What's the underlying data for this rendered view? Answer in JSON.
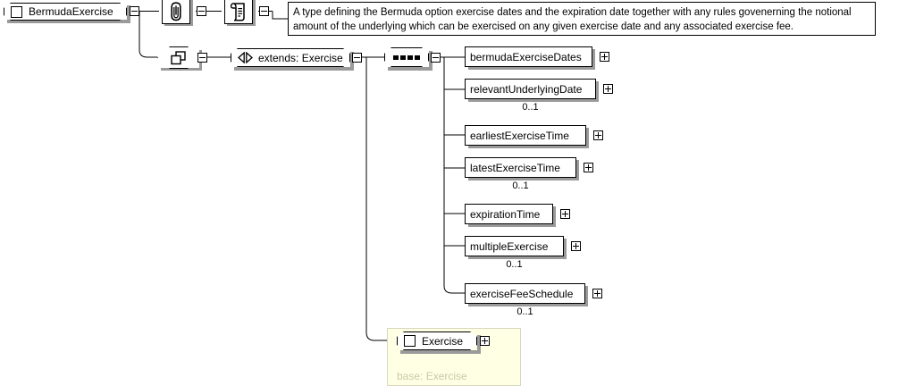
{
  "diagram": {
    "title": "BermudaExercise",
    "root": {
      "name": "BermudaExercise",
      "icon": "type-square-icon",
      "toggle": "collapse-toggle"
    },
    "annotation": {
      "icon": "paperclip-icon",
      "toggle": "collapse-toggle"
    },
    "documentation_node": {
      "icon": "document-scroll-icon",
      "toggle": "collapse-toggle"
    },
    "documentation_text": "A type defining the Bermuda option exercise dates and the expiration date together with any rules govenerning the notional amount of the underlying which can be exercised on any given exercise date and any associated exercise fee.",
    "complex_content": {
      "icon": "overlapping-squares-icon",
      "toggle": "collapse-toggle"
    },
    "extension": {
      "label": "extends: Exercise",
      "icon": "extension-triangles-icon",
      "toggle": "collapse-toggle"
    },
    "sequence": {
      "icon": "sequence-dots-icon",
      "toggle": "collapse-toggle"
    },
    "children": [
      {
        "label": "bermudaExerciseDates",
        "cardinality": "",
        "toggle": "expand-toggle"
      },
      {
        "label": "relevantUnderlyingDate",
        "cardinality": "0..1",
        "toggle": "expand-toggle"
      },
      {
        "label": "earliestExerciseTime",
        "cardinality": "",
        "toggle": "expand-toggle"
      },
      {
        "label": "latestExerciseTime",
        "cardinality": "0..1",
        "toggle": "expand-toggle"
      },
      {
        "label": "expirationTime",
        "cardinality": "",
        "toggle": "expand-toggle"
      },
      {
        "label": "multipleExercise",
        "cardinality": "0..1",
        "toggle": "expand-toggle"
      },
      {
        "label": "exerciseFeeSchedule",
        "cardinality": "0..1",
        "toggle": "expand-toggle"
      }
    ],
    "base_panel": {
      "node_label": "Exercise",
      "caption": "base: Exercise",
      "icon": "type-square-icon",
      "toggle": "expand-toggle"
    },
    "colors": {
      "line": "#000000",
      "node_fill": "#ffffff",
      "shadow": "#9a9a9a",
      "base_panel_fill": "#ffffe4",
      "base_panel_border": "#d7d7c0",
      "base_caption": "#c9c9a8"
    }
  }
}
